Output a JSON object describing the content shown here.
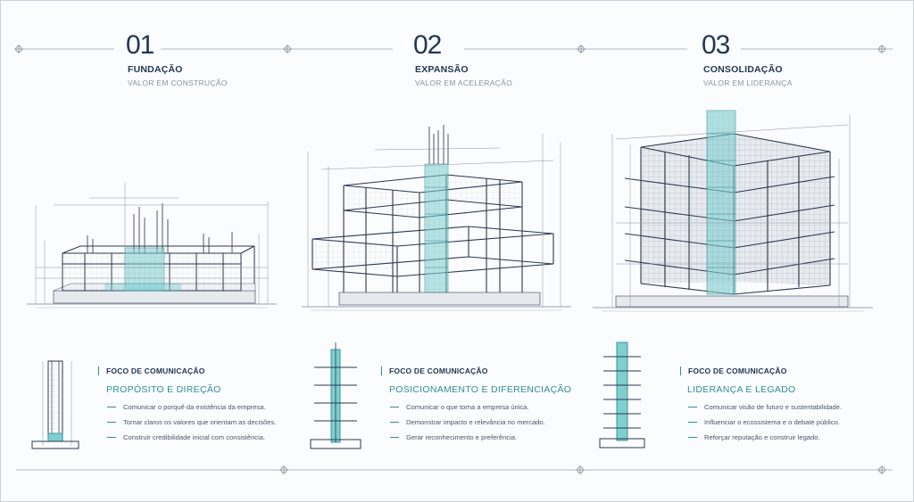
{
  "columns": [
    {
      "number": "01",
      "title": "FUNDAÇÃO",
      "subtitle": "VALOR EM CONSTRUÇÃO",
      "focus_label": "FOCO DE COMUNICAÇÃO",
      "focus_title": "PROPÓSITO E DIREÇÃO",
      "bullets": [
        "Comunicar o porquê da existência da empresa.",
        "Tornar claros os valores que orientam as decisões.",
        "Construir credibilidade inicial com consistência."
      ]
    },
    {
      "number": "02",
      "title": "EXPANSÃO",
      "subtitle": "VALOR EM ACELERAÇÃO",
      "focus_label": "FOCO DE COMUNICAÇÃO",
      "focus_title": "POSICIONAMENTO E DIFERENCIAÇÃO",
      "bullets": [
        "Comunicar o que torna a empresa única.",
        "Demonstrar impacto e relevância no mercado.",
        "Gerar reconhecimento e preferência."
      ]
    },
    {
      "number": "03",
      "title": "CONSOLIDAÇÃO",
      "subtitle": "VALOR EM LIDERANÇA",
      "focus_label": "FOCO DE COMUNICAÇÃO",
      "focus_title": "LIDERANÇA E LEGADO",
      "bullets": [
        "Comunicar visão de futuro e sustentabilidade.",
        "Influenciar o ecossistema e o debate público.",
        "Reforçar reputação e construir legado."
      ]
    }
  ],
  "colors": {
    "navy": "#243656",
    "teal": "#2f8f96",
    "teal_glass": "#7fcfd0",
    "grey_line": "#8a93a0"
  }
}
